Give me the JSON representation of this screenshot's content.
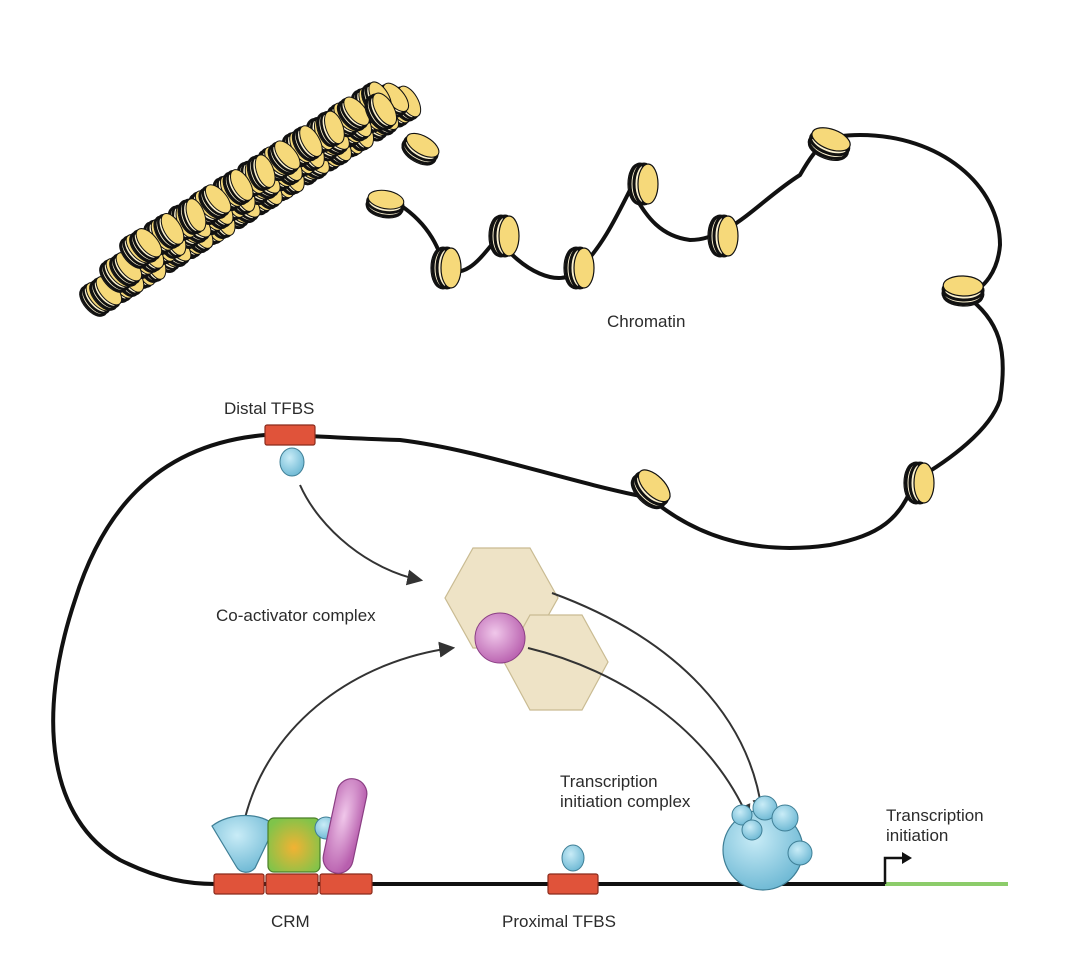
{
  "labels": {
    "chromatin": "Chromatin",
    "distal_tfbs": "Distal TFBS",
    "coactivator": "Co-activator complex",
    "tic": "Transcription\ninitiation complex",
    "tx_init": "Transcription\ninitiation",
    "crm": "CRM",
    "proximal_tfbs": "Proximal TFBS"
  },
  "colors": {
    "dna": "#111111",
    "nucleosome_fill": "#f6d97a",
    "nucleosome_light": "#fbf1cf",
    "tfbs": "#e0533a",
    "tf_blue": "#7fc3dd",
    "coactivator_hex": "#eee3c6",
    "tf_magenta": "#c77cc0",
    "tf_green": "#7fc44a",
    "transcript": "#8ccc6a",
    "arrow": "#333333"
  },
  "icons": {
    "nucleosome": "nucleosome-icon",
    "binding_site": "binding-site-icon",
    "transcription_factor": "transcription-factor-icon",
    "start_arrow": "transcription-start-arrow-icon"
  }
}
